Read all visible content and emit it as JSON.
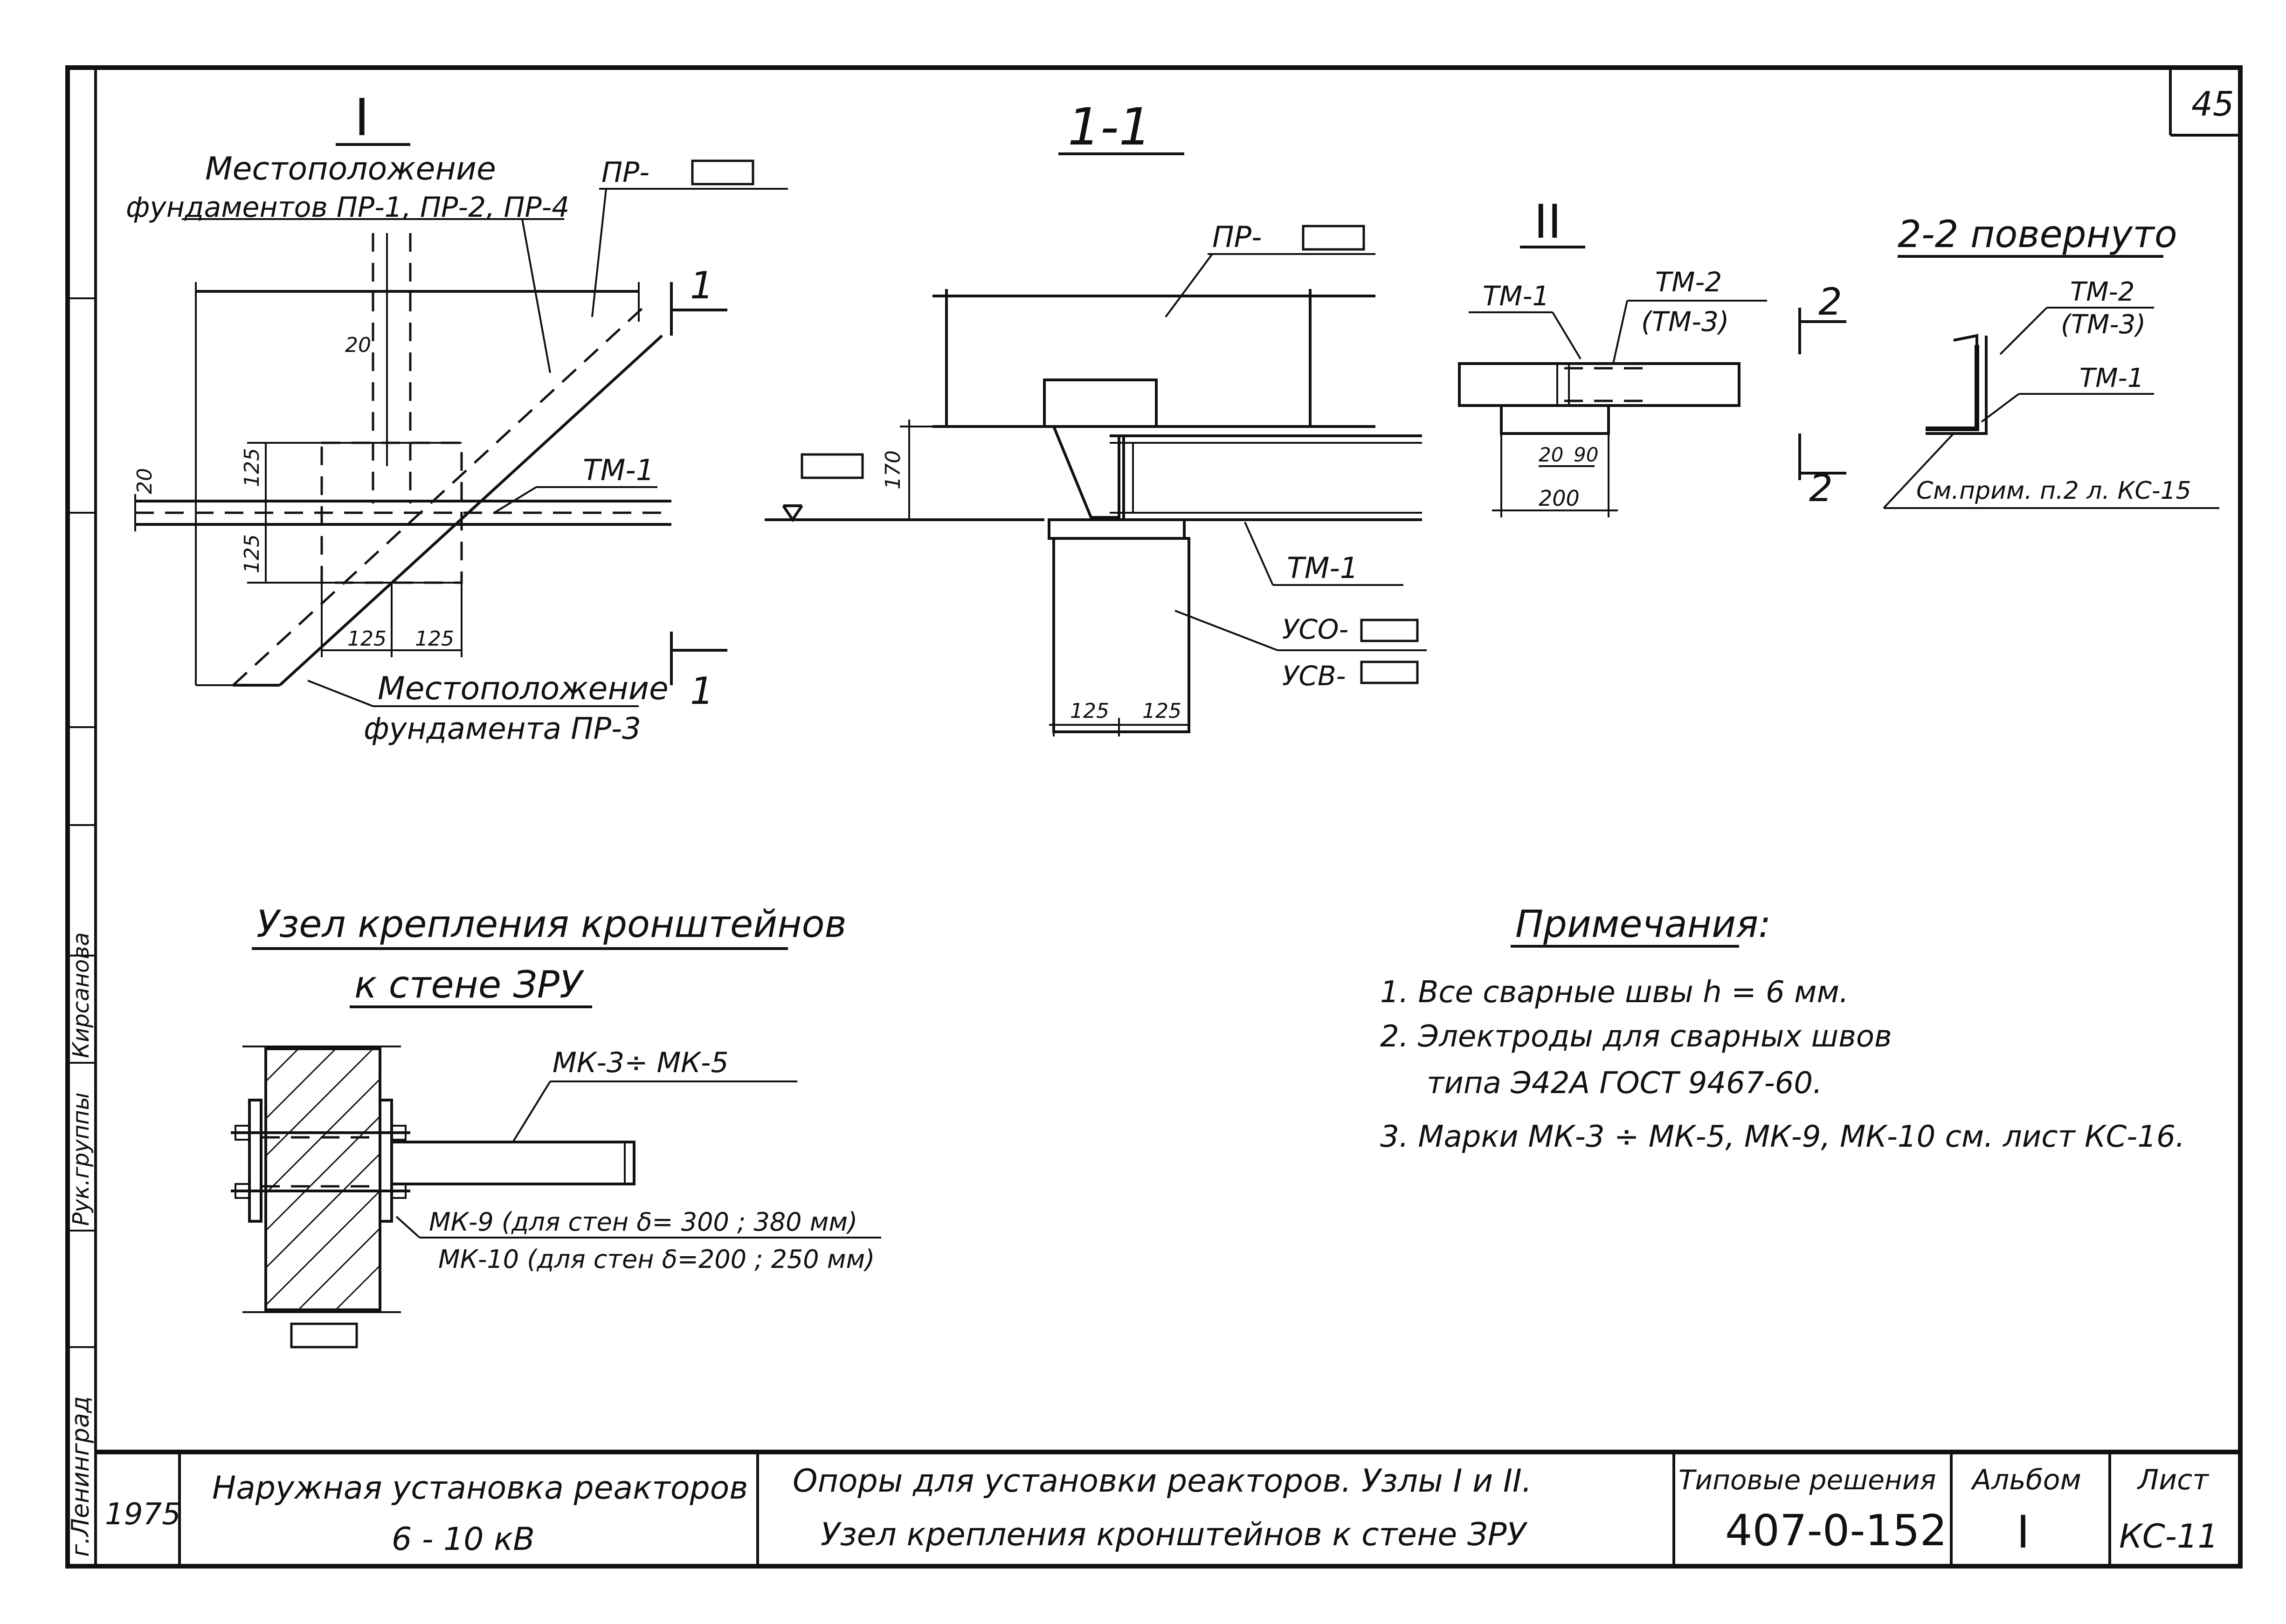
{
  "page_number": "45",
  "views": {
    "node_1": {
      "title": "I",
      "location_1_line1": "Местоположение",
      "location_1_line2": "фундаментов ПР-1, ПР-2, ПР-4",
      "pr_label": "ПР-",
      "tm1_label": "ТМ-1",
      "location_2_line1": "Местоположение",
      "location_2_line2": "фундамента ПР-3",
      "section_mark": "1",
      "dims": {
        "d20_top": "20",
        "d20_left": "20",
        "d125_a": "125",
        "d125_b": "125",
        "d125_c": "125",
        "d125_d": "125"
      }
    },
    "section_1_1": {
      "title": "1-1",
      "pr_label": "ПР-",
      "tm1_label": "ТМ-1",
      "uso_label": "УСО-",
      "usv_label": "УСВ-",
      "dims": {
        "d170": "170",
        "d125_a": "125",
        "d125_b": "125"
      }
    },
    "node_2": {
      "title": "II",
      "tm1_label": "ТМ-1",
      "tm2_label": "ТМ-2",
      "tm3_label": "(ТМ-3)",
      "section_mark": "2",
      "dims": {
        "d20": "20",
        "d90": "90",
        "d200": "200"
      }
    },
    "section_2_2": {
      "title": "2-2 повернуто",
      "tm2_label": "ТМ-2",
      "tm3_label": "(ТМ-3)",
      "tm1_label": "ТМ-1",
      "note_ref": "См.прим. п.2 л. КС-15"
    },
    "bracket_node": {
      "title_line1": "Узел крепления кронштейнов",
      "title_line2": "к стене ЗРУ",
      "mk35_label": "МК-3÷ МК-5",
      "mk9_label": "МК-9 (для стен δ= 300 ; 380 мм)",
      "mk10_label": "МК-10 (для стен δ=200 ; 250 мм)"
    }
  },
  "notes": {
    "title": "Примечания:",
    "items": [
      "1. Все сварные швы h = 6 мм.",
      "2. Электроды для сварных швов",
      "типа Э42А ГОСТ 9467-60.",
      "3. Марки МК-3 ÷ МК-5, МК-9, МК-10 см. лист КС-16."
    ]
  },
  "side_stamp": {
    "city": "г.Ленинград",
    "role": "Рук.группы",
    "name": "Кирсанова"
  },
  "title_block": {
    "year": "1975",
    "project_line1": "Наружная установка реакторов",
    "project_line2": "6 - 10 кВ",
    "drawing_line1": "Опоры для установки реакторов. Узлы I и II.",
    "drawing_line2": "Узел крепления кронштейнов к стене ЗРУ",
    "series_label": "Типовые решения",
    "series_value": "407-0-152",
    "album_label": "Альбом",
    "album_value": "I",
    "sheet_label": "Лист",
    "sheet_value": "КС-11"
  }
}
